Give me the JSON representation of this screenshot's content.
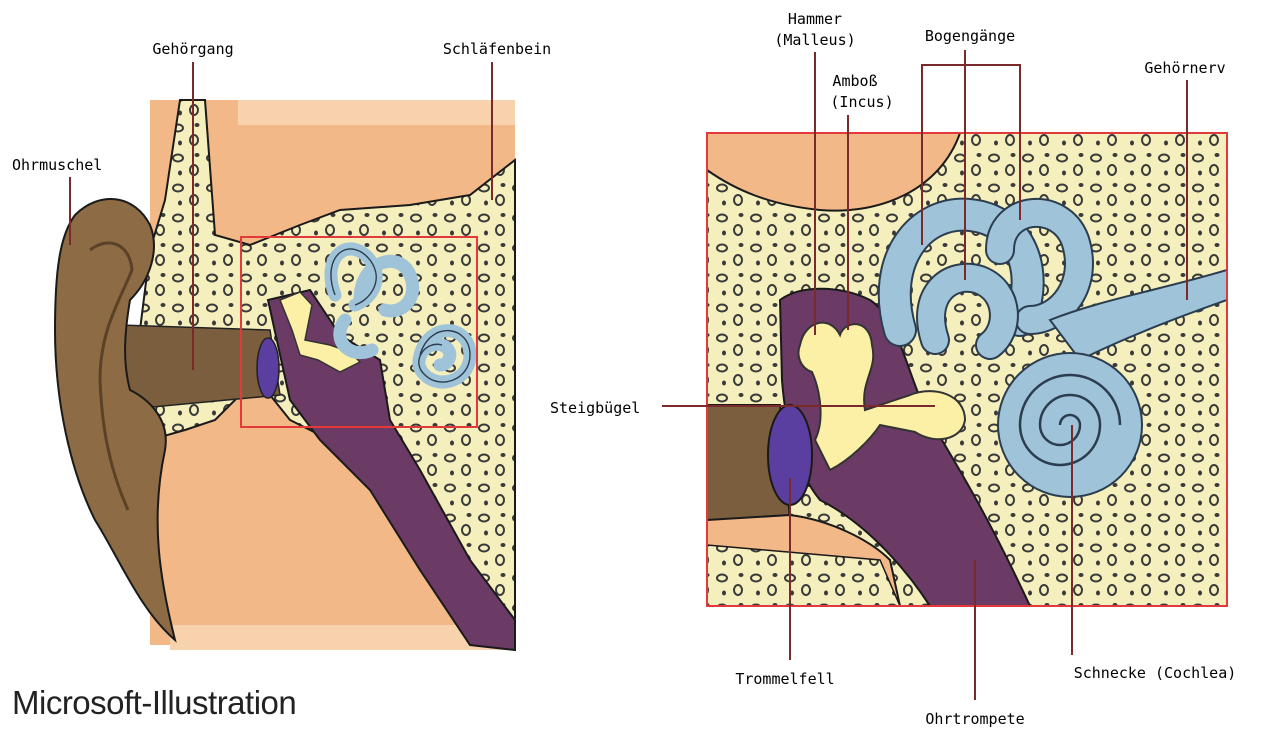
{
  "labels": {
    "ohrmuschel": "Ohrmuschel",
    "gehoergang": "Gehörgang",
    "schlaefenbein": "Schläfenbein",
    "hammer": "Hammer",
    "malleus": "(Malleus)",
    "amboss": "Amboß",
    "incus": "(Incus)",
    "bogengaenge": "Bogengänge",
    "gehoernerv": "Gehörnerv",
    "steigbuegel": "Steigbügel",
    "trommelfell": "Trommelfell",
    "ohrtrompete": "Ohrtrompete",
    "schnecke": "Schnecke (Cochlea)"
  },
  "credit": "Microsoft-Illustration",
  "colors": {
    "skin": "#f2b887",
    "ear": "#8d6b45",
    "bone": "#f4efbd",
    "bone_spots": "#3a3a3a",
    "inner_ear": "#9fc3d8",
    "ossicles": "#fbf0a6",
    "cavity": "#6b3b66",
    "eardrum": "#5b3fa0",
    "leader_line": "#7a2a2a",
    "zoom_box": "#e23a3a"
  }
}
